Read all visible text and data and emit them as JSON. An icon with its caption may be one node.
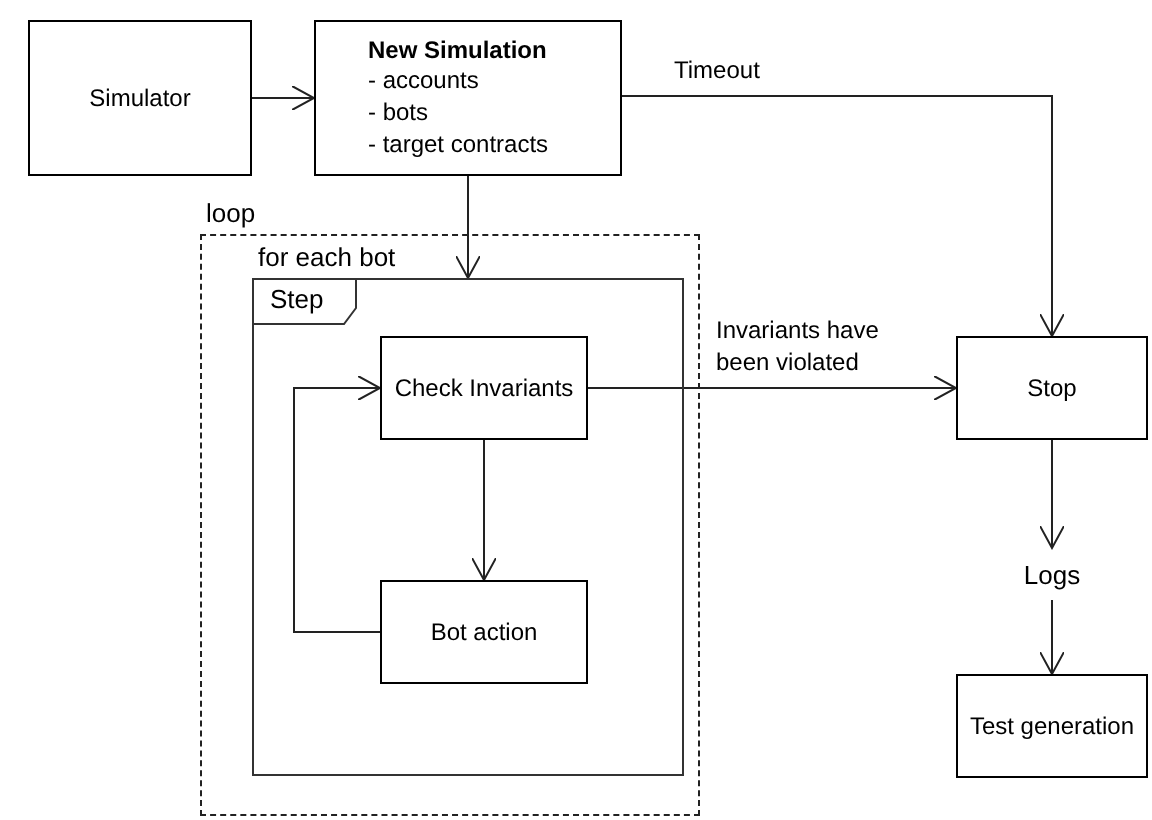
{
  "diagram": {
    "nodes": [
      {
        "text": [
          "Simulator"
        ]
      },
      {
        "text": [
          "New Simulation",
          "- accounts",
          "- bots",
          "- target contracts"
        ]
      },
      {
        "text": [
          "loop"
        ]
      },
      {
        "text": [
          "for each bot",
          "Step"
        ],
        "in": 2
      },
      {
        "text": [
          "Check Invariants"
        ],
        "in": 3
      },
      {
        "text": [
          "Bot action"
        ],
        "in": 3
      },
      {
        "text": [
          "Stop"
        ]
      },
      {
        "text": [
          "Logs"
        ]
      },
      {
        "text": [
          "Test generation"
        ]
      }
    ],
    "edges": [
      {
        "from": 0,
        "to": 1,
        "arrow": "to"
      },
      {
        "from": 1,
        "to": 3,
        "arrow": "to"
      },
      {
        "from": 1,
        "to": 6,
        "arrow": "to",
        "label": "Timeout"
      },
      {
        "from": 4,
        "to": 6,
        "arrow": "to",
        "label": "Invariants have been violated"
      },
      {
        "from": 4,
        "to": 5,
        "arrow": "to"
      },
      {
        "from": 5,
        "to": 4,
        "arrow": "to"
      },
      {
        "from": 6,
        "to": 7,
        "arrow": "to"
      },
      {
        "from": 7,
        "to": 8,
        "arrow": "to"
      }
    ]
  }
}
